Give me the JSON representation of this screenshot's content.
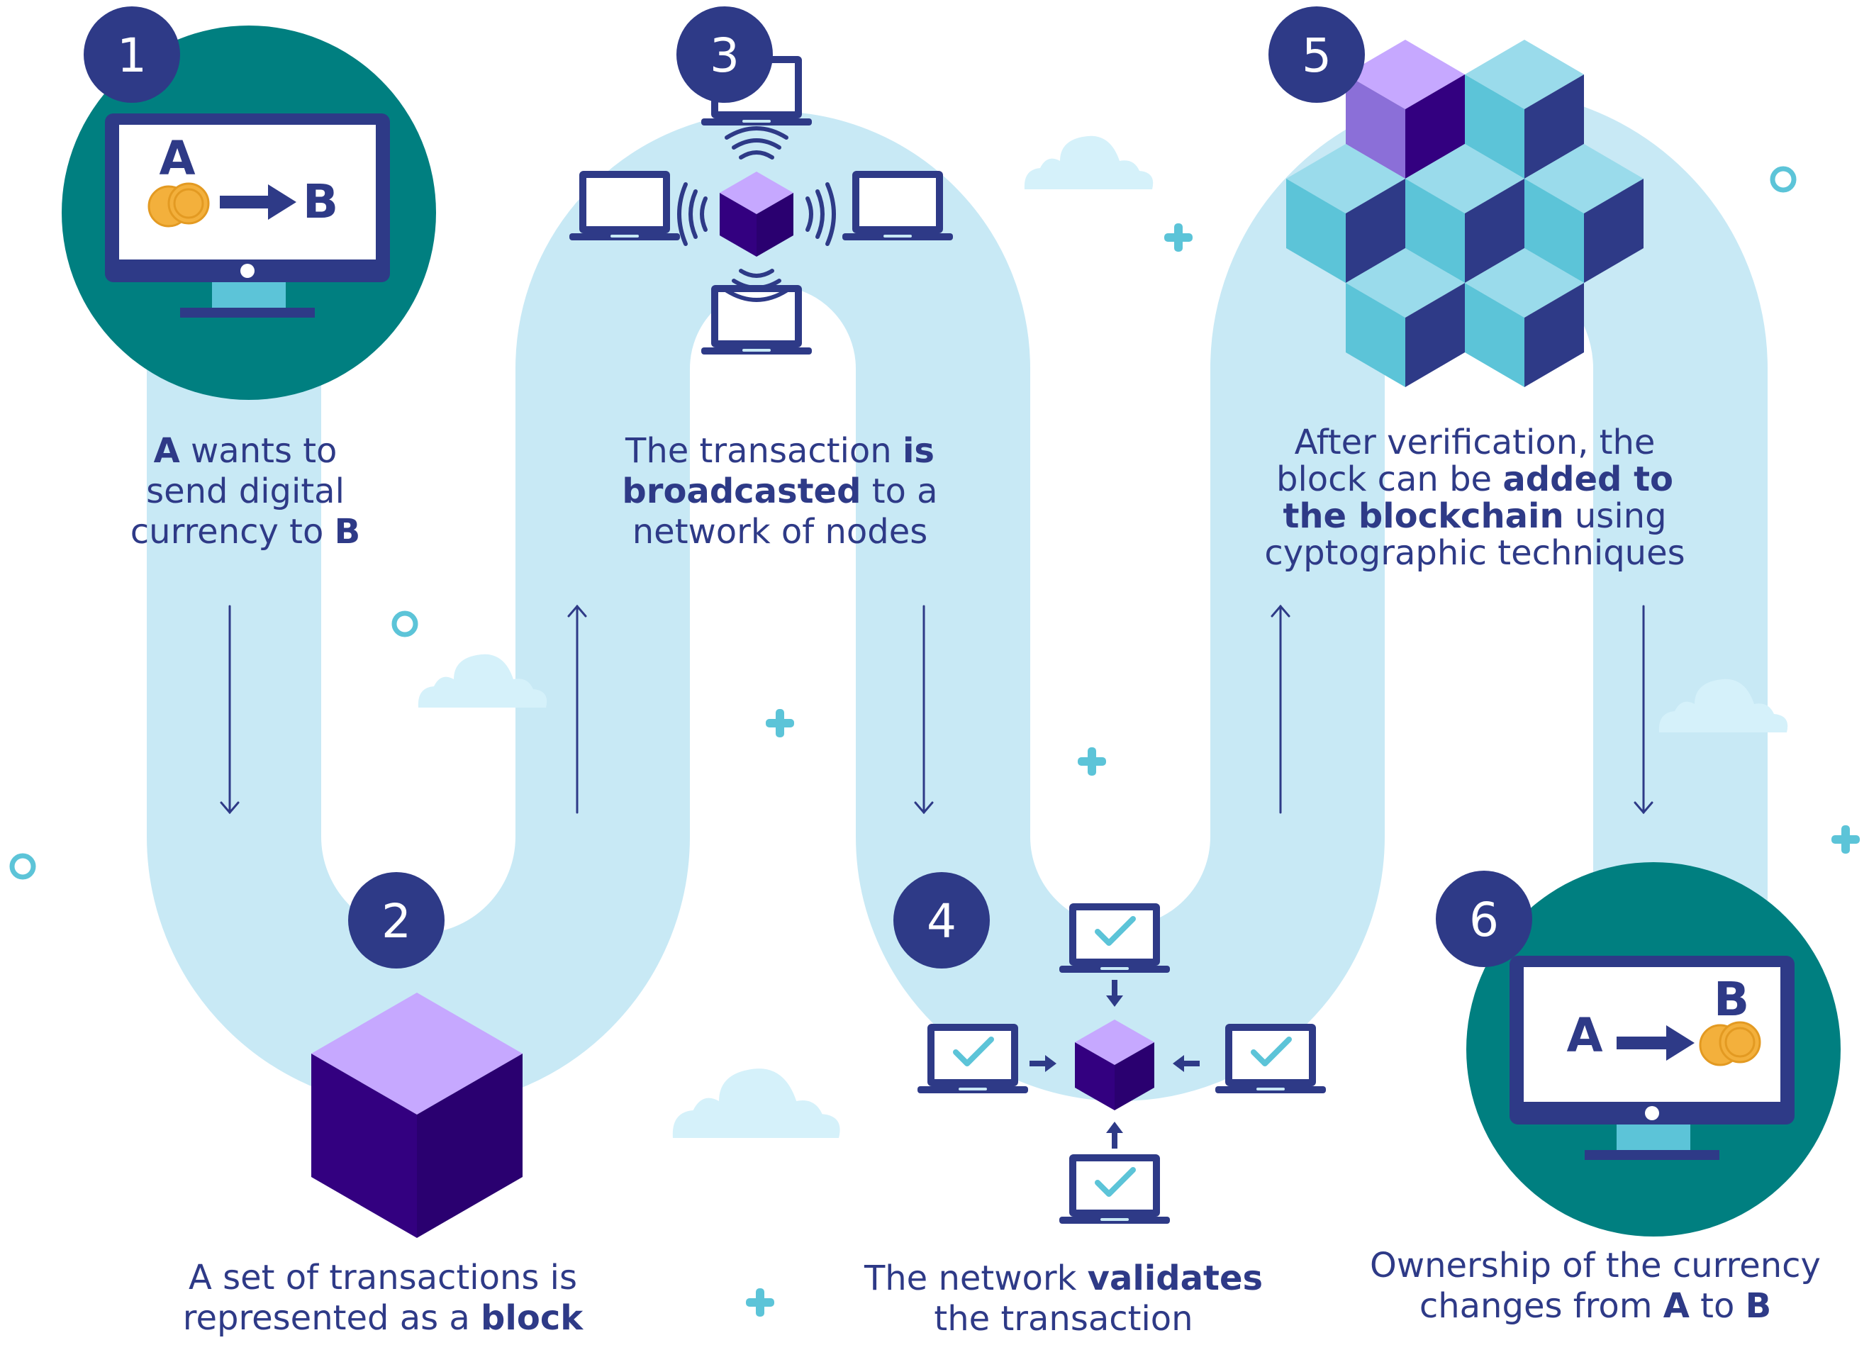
{
  "steps": [
    {
      "number": "1",
      "caption_lines": [
        [
          "A",
          " wants to"
        ],
        [
          "",
          "send digital"
        ],
        [
          "",
          "currency to ",
          "B"
        ]
      ]
    },
    {
      "number": "2",
      "caption_lines": [
        [
          "",
          "A set of transactions is"
        ],
        [
          "",
          "represented as a ",
          "block"
        ]
      ]
    },
    {
      "number": "3",
      "caption_lines": [
        [
          "",
          "The transaction ",
          "is"
        ],
        [
          "broadcasted",
          " to a"
        ],
        [
          "",
          "network of nodes"
        ]
      ]
    },
    {
      "number": "4",
      "caption_lines": [
        [
          "",
          "The network ",
          "validates"
        ],
        [
          "",
          "the transaction"
        ]
      ]
    },
    {
      "number": "5",
      "caption_lines": [
        [
          "",
          "After verification, the"
        ],
        [
          "",
          "block can be ",
          "added to"
        ],
        [
          "the blockchain",
          " using"
        ],
        [
          "",
          "cyptographic techniques"
        ]
      ]
    },
    {
      "number": "6",
      "caption_lines": [
        [
          "",
          "Ownership of the currency"
        ],
        [
          "",
          "changes from ",
          "A",
          " to ",
          "B"
        ]
      ]
    }
  ],
  "screen1": {
    "from": "A",
    "to": "B"
  },
  "screen6": {
    "from": "A",
    "to": "B"
  },
  "colors": {
    "path": "#c8e9f5",
    "navy": "#2e3a87",
    "teal": "#007f80",
    "lavender": "#c6a8ff",
    "purple": "#330080",
    "cyan": "#5cc4d8",
    "gold": "#f3b03c",
    "cloud": "#d5f1fa",
    "check": "#5cc4d8"
  },
  "icons": [
    "computer-icon",
    "coins-icon",
    "arrow-right-icon",
    "block-cube-icon",
    "laptop-icon",
    "wifi-signal-icon",
    "checkmark-icon",
    "cloud-icon",
    "plus-icon",
    "ring-icon"
  ]
}
